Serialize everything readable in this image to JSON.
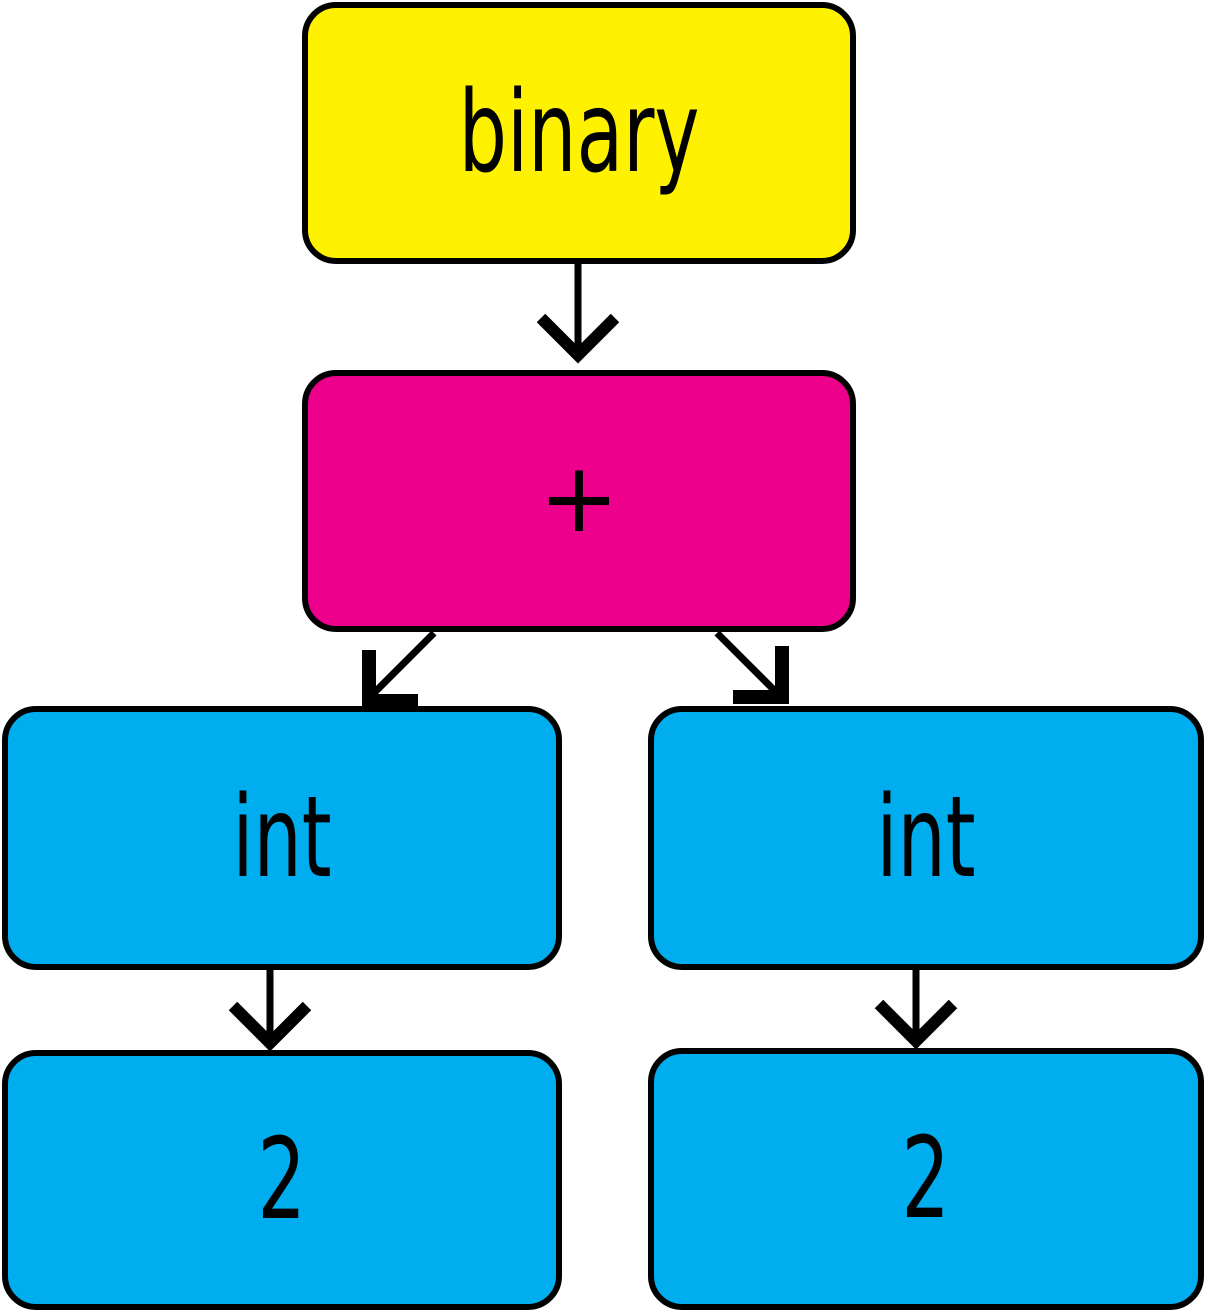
{
  "colors": {
    "binary": "#FFF200",
    "operator": "#EC008C",
    "literal": "#00AEEF",
    "outline": "#000000"
  },
  "nodes": {
    "binary": "binary",
    "operator": "+",
    "left_type": "int",
    "right_type": "int",
    "left_value": "2",
    "right_value": "2"
  }
}
